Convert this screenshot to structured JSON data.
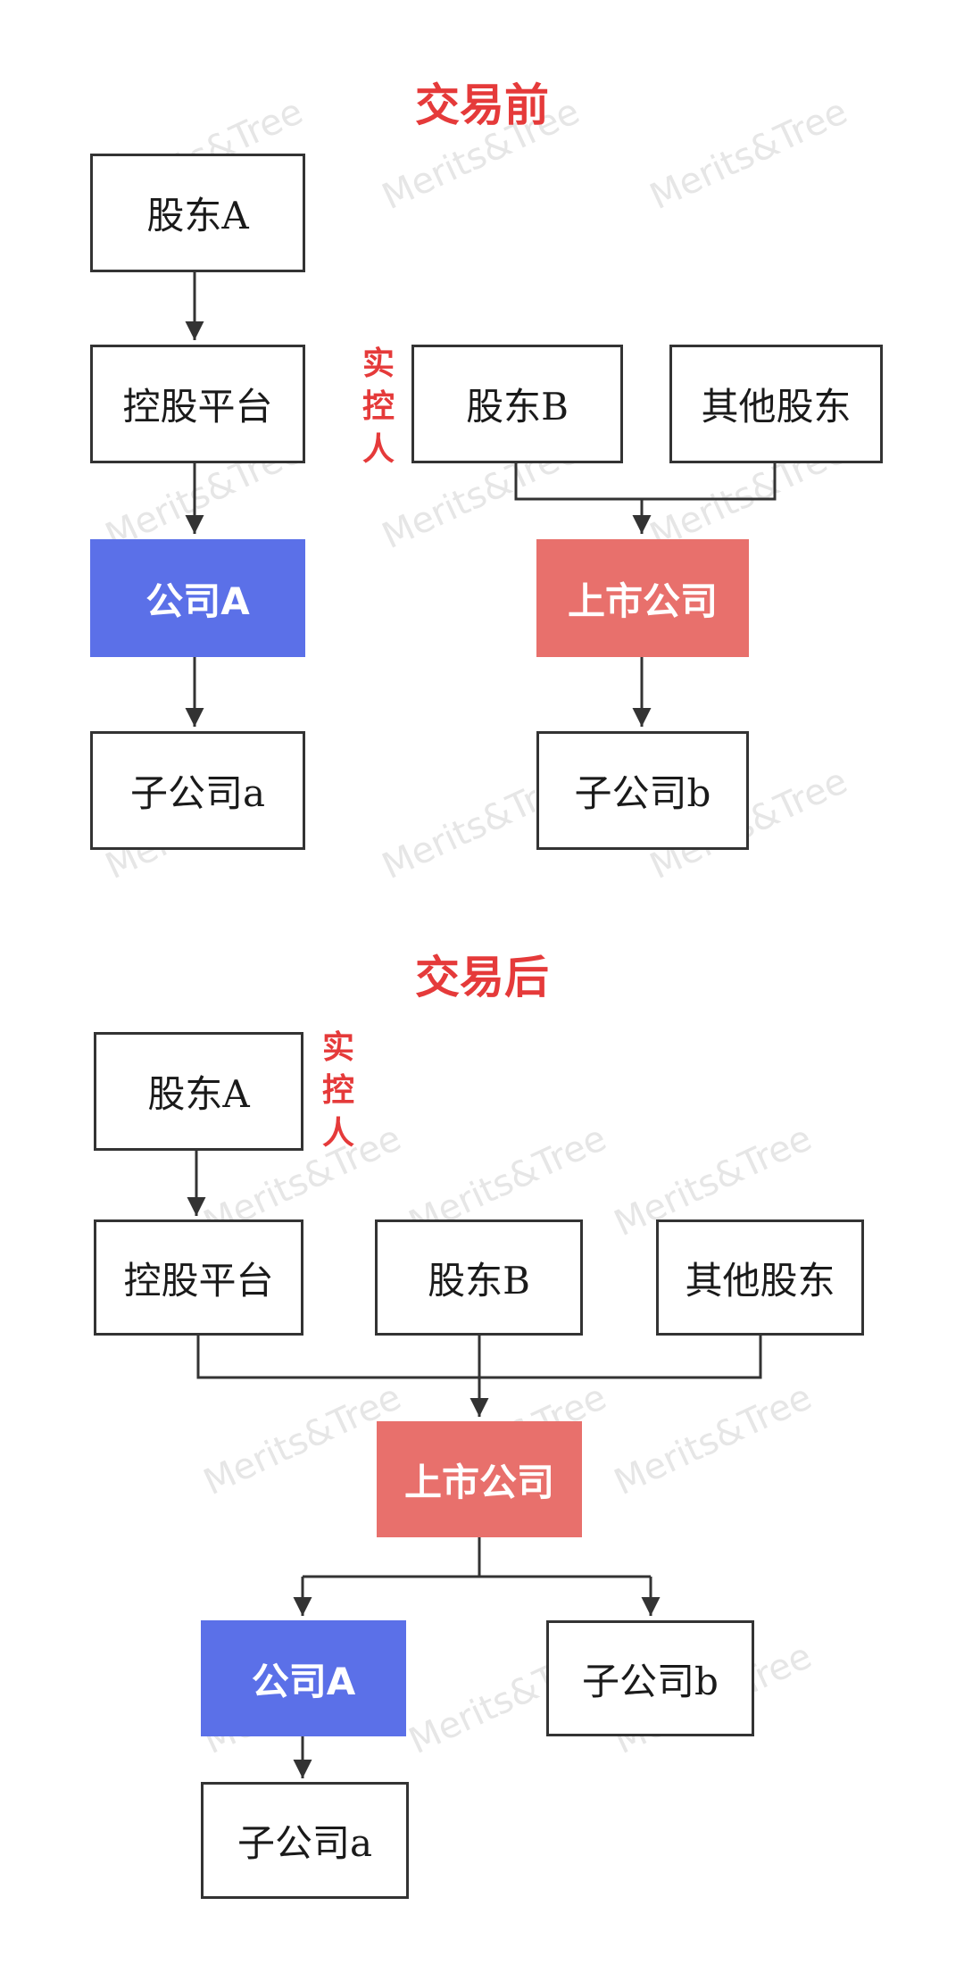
{
  "before": {
    "title": "交易前",
    "shareholder_a": "股东A",
    "holding_platform": "控股平台",
    "actual_controller": "实控人",
    "shareholder_b": "股东B",
    "other_shareholders": "其他股东",
    "company_a": "公司A",
    "listed_company": "上市公司",
    "subsidiary_a": "子公司a",
    "subsidiary_b": "子公司b"
  },
  "after": {
    "title": "交易后",
    "shareholder_a": "股东A",
    "actual_controller": "实控人",
    "holding_platform": "控股平台",
    "shareholder_b": "股东B",
    "other_shareholders": "其他股东",
    "listed_company": "上市公司",
    "company_a": "公司A",
    "subsidiary_b": "子公司b",
    "subsidiary_a": "子公司a"
  },
  "watermark": "Merits&Tree",
  "colors": {
    "title_red": "#e53a3a",
    "company_a_blue": "#5b70e8",
    "listed_company_red": "#e8706c",
    "box_border": "#333333"
  }
}
